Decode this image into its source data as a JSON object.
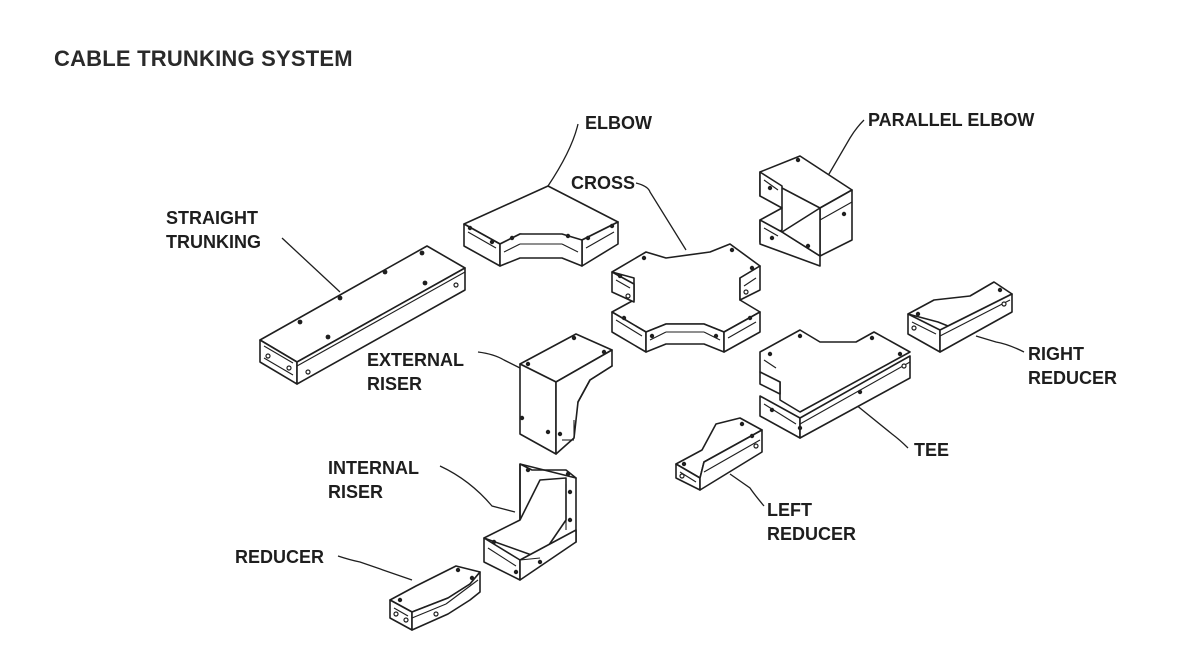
{
  "title": "CABLE TRUNKING SYSTEM",
  "labels": {
    "straight_trunking": [
      "STRAIGHT",
      "TRUNKING"
    ],
    "elbow": [
      "ELBOW"
    ],
    "cross": [
      "CROSS"
    ],
    "parallel_elbow": [
      "PARALLEL ELBOW"
    ],
    "external_riser": [
      "EXTERNAL",
      "RISER"
    ],
    "internal_riser": [
      "INTERNAL",
      "RISER"
    ],
    "reducer": [
      "REDUCER"
    ],
    "right_reducer": [
      "RIGHT",
      "REDUCER"
    ],
    "tee": [
      "TEE"
    ],
    "left_reducer": [
      "LEFT",
      "REDUCER"
    ]
  }
}
